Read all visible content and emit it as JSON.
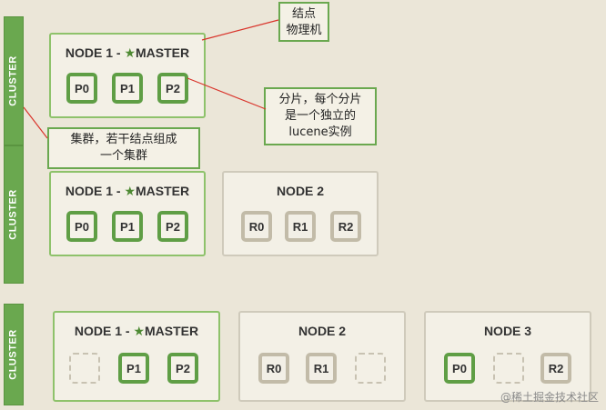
{
  "clusters": [
    {
      "label": "CLUSTER"
    },
    {
      "label": "CLUSTER"
    },
    {
      "label": "CLUSTER"
    }
  ],
  "nodes": {
    "c1n1": {
      "title": "NODE 1 - ",
      "master": "MASTER",
      "shards": [
        "P0",
        "P1",
        "P2"
      ]
    },
    "c2n1": {
      "title": "NODE 1 - ",
      "master": "MASTER",
      "shards": [
        "P0",
        "P1",
        "P2"
      ]
    },
    "c2n2": {
      "title": "NODE 2",
      "shards": [
        "R0",
        "R1",
        "R2"
      ]
    },
    "c3n1": {
      "title": "NODE 1 - ",
      "master": "MASTER",
      "shards": [
        "",
        "P1",
        "P2"
      ]
    },
    "c3n2": {
      "title": "NODE 2",
      "shards": [
        "R0",
        "R1",
        ""
      ]
    },
    "c3n3": {
      "title": "NODE 3",
      "shards": [
        "P0",
        "",
        "R2"
      ]
    }
  },
  "callouts": {
    "node": {
      "lines": [
        "结点",
        "物理机"
      ]
    },
    "shard": {
      "lines": [
        "分片，每个分片",
        "是一个独立的",
        "lucene实例"
      ]
    },
    "cluster": {
      "lines": [
        "集群，若干结点组成",
        "一个集群"
      ]
    }
  },
  "watermark": "@稀土掘金技术社区",
  "colors": {
    "cluster_bar": "#6aa84f",
    "primary_border": "#5f9e45",
    "replica_border": "#c2bba8",
    "node_border": "#8ec26b",
    "background": "#ebe6d8",
    "arrow": "#d9342b"
  }
}
